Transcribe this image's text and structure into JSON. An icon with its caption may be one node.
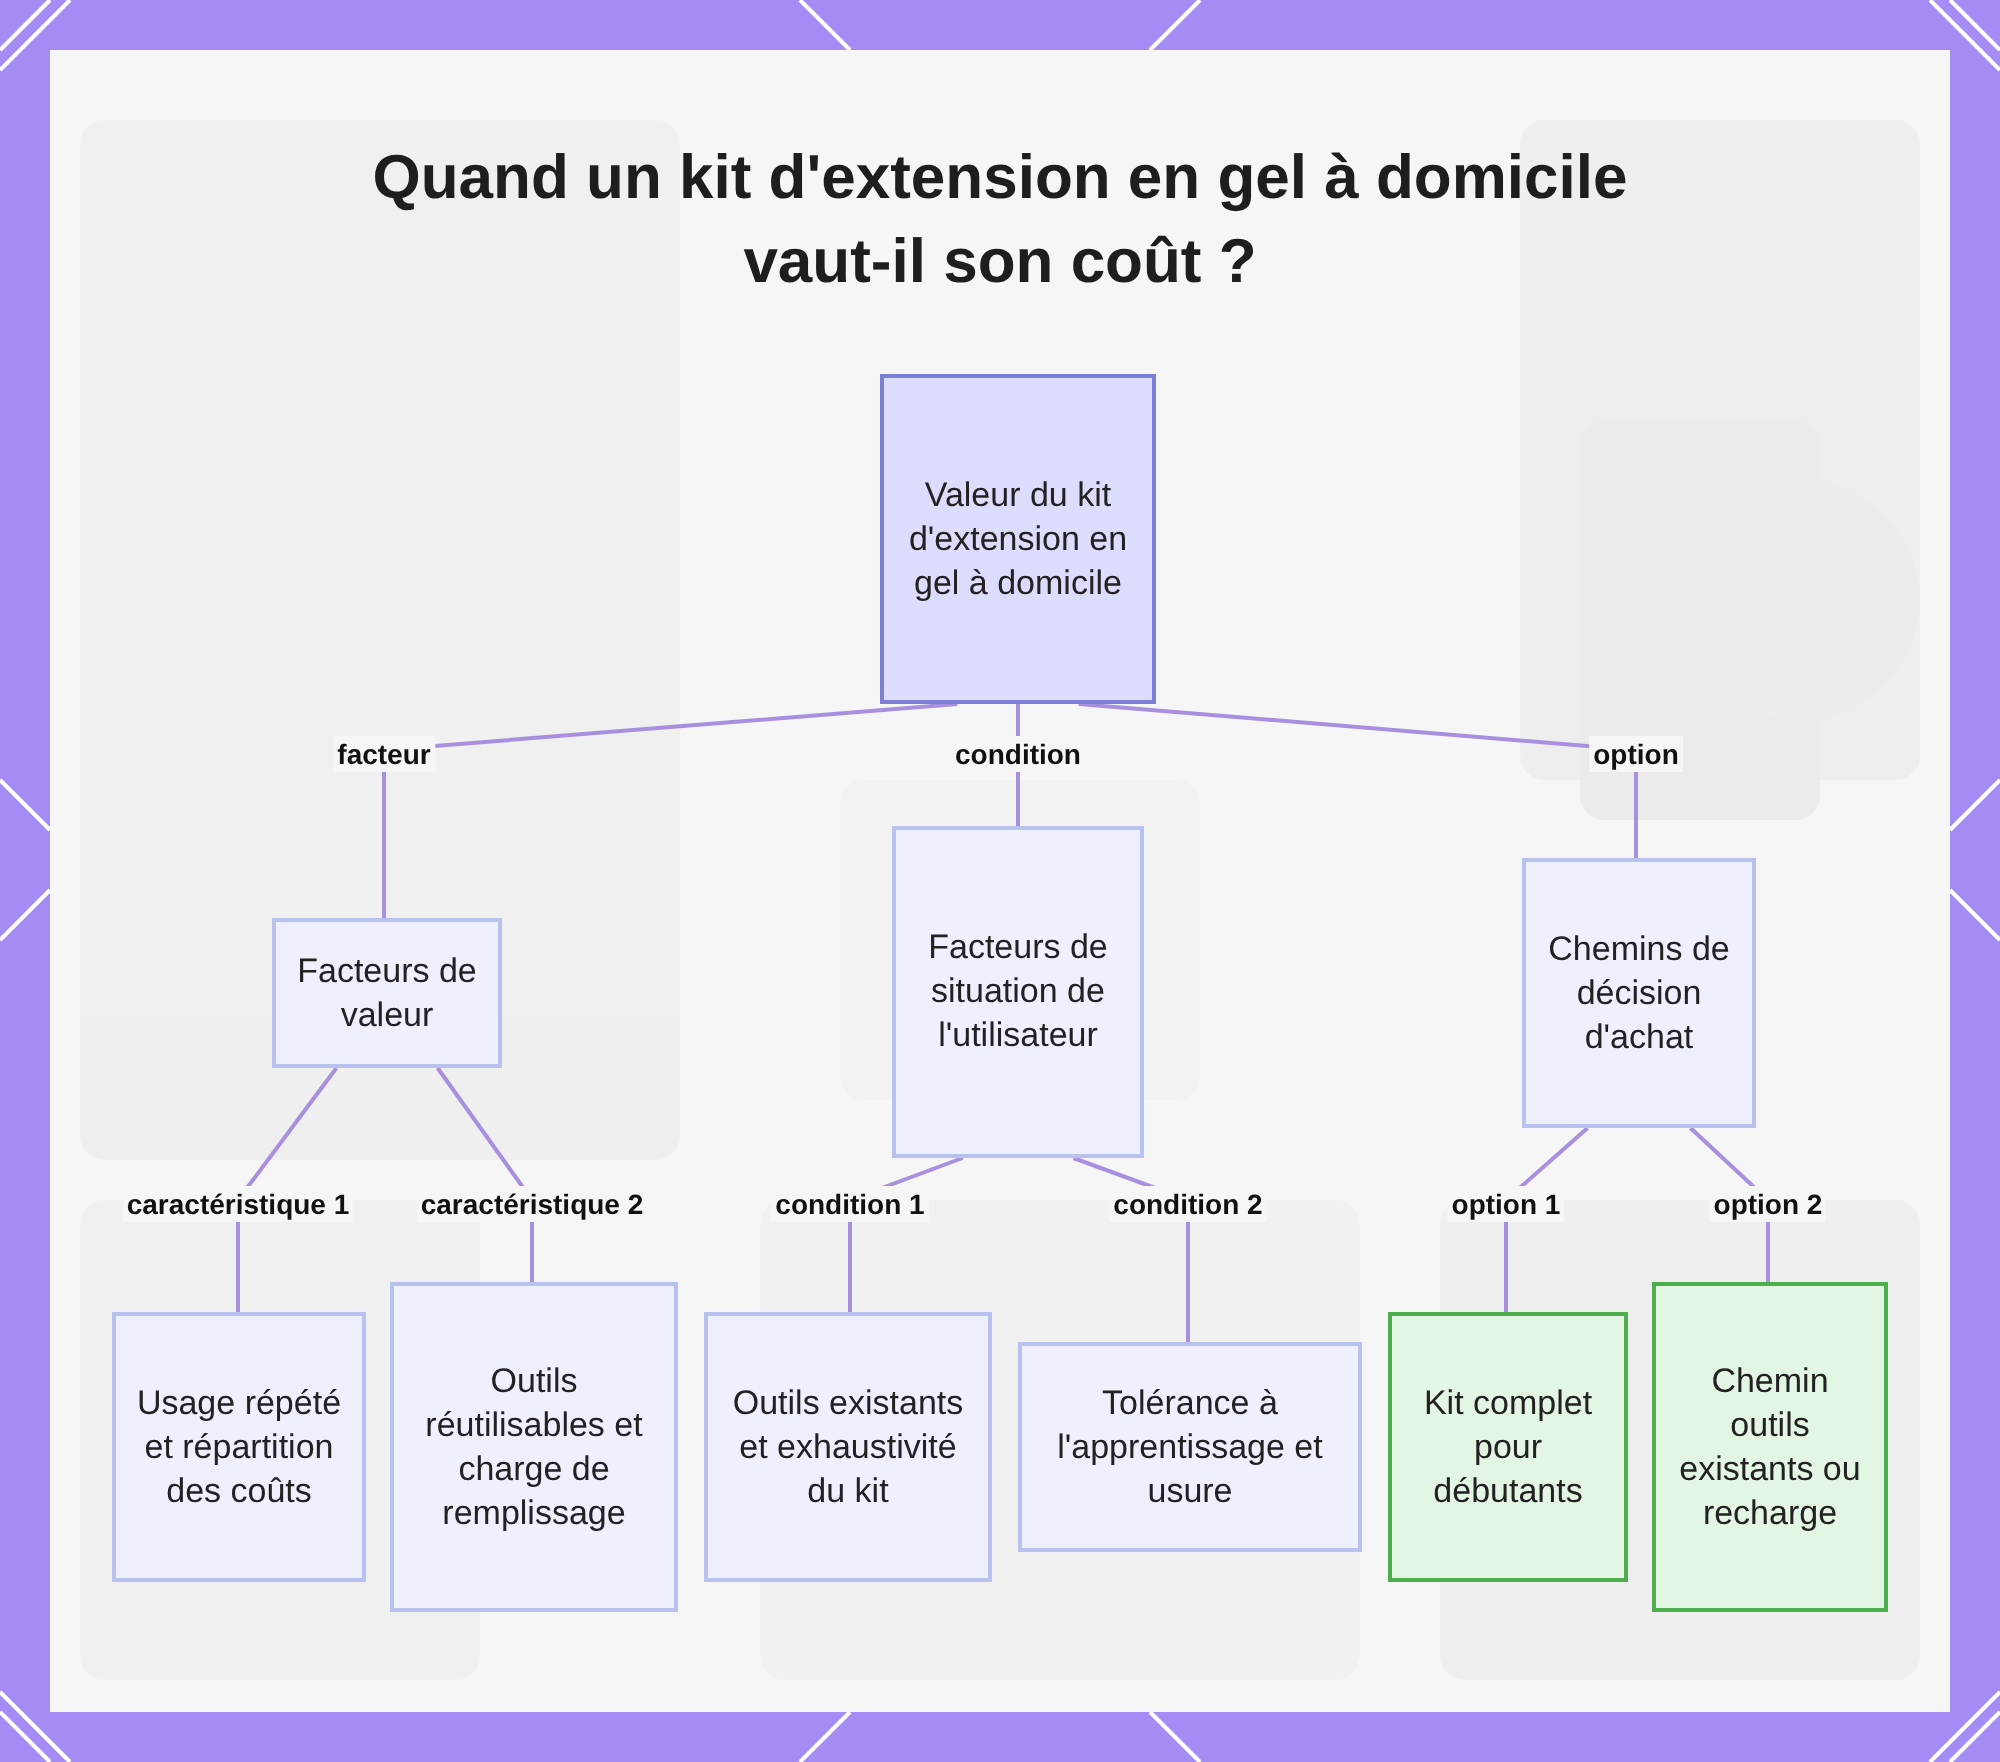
{
  "diagram": {
    "title": "Quand un kit d'extension en gel à domicile vaut-il son coût ?",
    "nodes": [
      {
        "text": [
          "Valeur du kit d'extension en gel à domicile"
        ]
      },
      {
        "text": [
          "Facteurs de valeur"
        ]
      },
      {
        "text": [
          "Facteurs de situation de l'utilisateur"
        ]
      },
      {
        "text": [
          "Chemins de décision d'achat"
        ]
      },
      {
        "text": [
          "Usage répété et répartition des coûts"
        ]
      },
      {
        "text": [
          "Outils réutilisables et charge de remplissage"
        ]
      },
      {
        "text": [
          "Outils existants et exhaustivité du kit"
        ]
      },
      {
        "text": [
          "Tolérance à l'apprentissage et usure"
        ]
      },
      {
        "text": [
          "Kit complet pour débutants"
        ]
      },
      {
        "text": [
          "Chemin outils existants ou recharge"
        ]
      }
    ],
    "edges": [
      {
        "from": 0,
        "to": 1,
        "arrow": "none",
        "label": "facteur"
      },
      {
        "from": 0,
        "to": 2,
        "arrow": "none",
        "label": "condition"
      },
      {
        "from": 0,
        "to": 3,
        "arrow": "none",
        "label": "option"
      },
      {
        "from": 1,
        "to": 4,
        "arrow": "none",
        "label": "caractéristique 1"
      },
      {
        "from": 1,
        "to": 5,
        "arrow": "none",
        "label": "caractéristique 2"
      },
      {
        "from": 2,
        "to": 6,
        "arrow": "none",
        "label": "condition 1"
      },
      {
        "from": 2,
        "to": 7,
        "arrow": "none",
        "label": "condition 2"
      },
      {
        "from": 3,
        "to": 8,
        "arrow": "none",
        "label": "option 1"
      },
      {
        "from": 3,
        "to": 9,
        "arrow": "none",
        "label": "option 2"
      }
    ]
  }
}
